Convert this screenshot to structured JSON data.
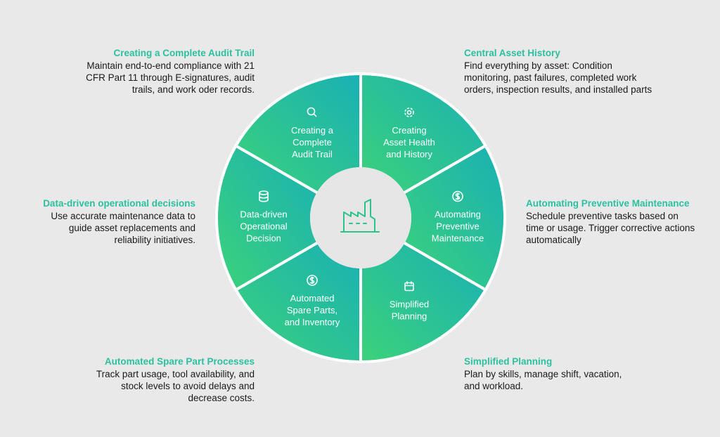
{
  "colors": {
    "background": "#e9e9e9",
    "ring_start": "#3cd27a",
    "ring_end": "#19b0b5",
    "heading": "#2cc0a0",
    "text": "#1a1a1a",
    "center_disc": "#e6e6e6",
    "separator": "#ffffff"
  },
  "center": {
    "icon": "factory-icon"
  },
  "segments": [
    {
      "id": "audit",
      "icon": "search-icon",
      "lines": [
        "Creating a",
        "Complete",
        "Audit Trail"
      ]
    },
    {
      "id": "asset",
      "icon": "gear-icon",
      "lines": [
        "Creating",
        "Asset Health",
        "and History"
      ]
    },
    {
      "id": "preventive",
      "icon": "dollar-icon",
      "lines": [
        "Automating",
        "Preventive",
        "Maintenance"
      ]
    },
    {
      "id": "planning",
      "icon": "calendar-icon",
      "lines": [
        "Simplified",
        "Planning"
      ]
    },
    {
      "id": "spare",
      "icon": "dollar-icon",
      "lines": [
        "Automated",
        "Spare Parts,",
        "and Inventory"
      ]
    },
    {
      "id": "decision",
      "icon": "database-icon",
      "lines": [
        "Data-driven",
        "Operational",
        "Decision"
      ]
    }
  ],
  "annotations": {
    "audit": {
      "heading": "Creating a Complete Audit Trail",
      "lines": [
        "Maintain end-to-end compliance with 21",
        "CFR Part 11 through E-signatures, audit",
        "trails, and work oder records."
      ]
    },
    "asset": {
      "heading": "Central Asset History",
      "lines": [
        "Find everything by asset: Condition",
        "monitoring, past failures, completed work",
        "orders, inspection results, and installed parts"
      ]
    },
    "decision": {
      "heading": "Data-driven operational decisions",
      "lines": [
        "Use accurate maintenance data to",
        "guide asset replacements and",
        "reliability initiatives."
      ]
    },
    "preventive": {
      "heading": "Automating Preventive Maintenance",
      "lines": [
        "Schedule preventive tasks based on",
        "time or usage. Trigger corrective actions",
        "automatically"
      ]
    },
    "spare": {
      "heading": "Automated Spare Part Processes",
      "lines": [
        "Track part usage, tool availability, and",
        "stock levels to avoid delays and",
        "decrease costs."
      ]
    },
    "planning": {
      "heading": "Simplified Planning",
      "lines": [
        "Plan by skills, manage shift, vacation,",
        "and workload."
      ]
    }
  }
}
